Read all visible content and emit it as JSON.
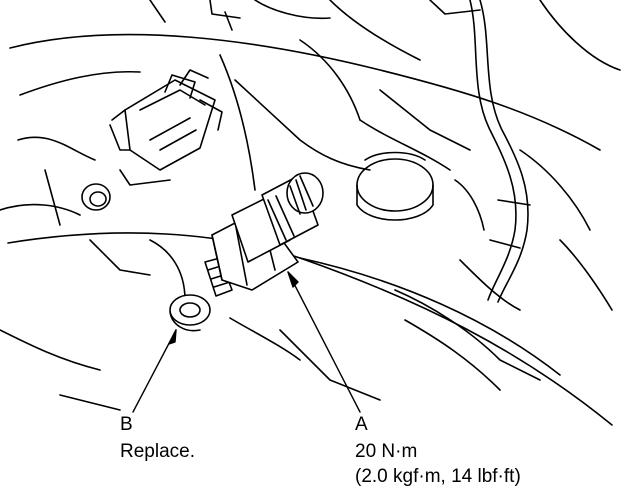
{
  "callouts": {
    "b": {
      "letter": "B",
      "text": "Replace."
    },
    "a": {
      "letter": "A",
      "torque_nm": "20 N·m",
      "torque_alt": "(2.0 kgf·m, 14 lbf·ft)"
    }
  },
  "colors": {
    "line": "#000000",
    "background": "#ffffff"
  }
}
